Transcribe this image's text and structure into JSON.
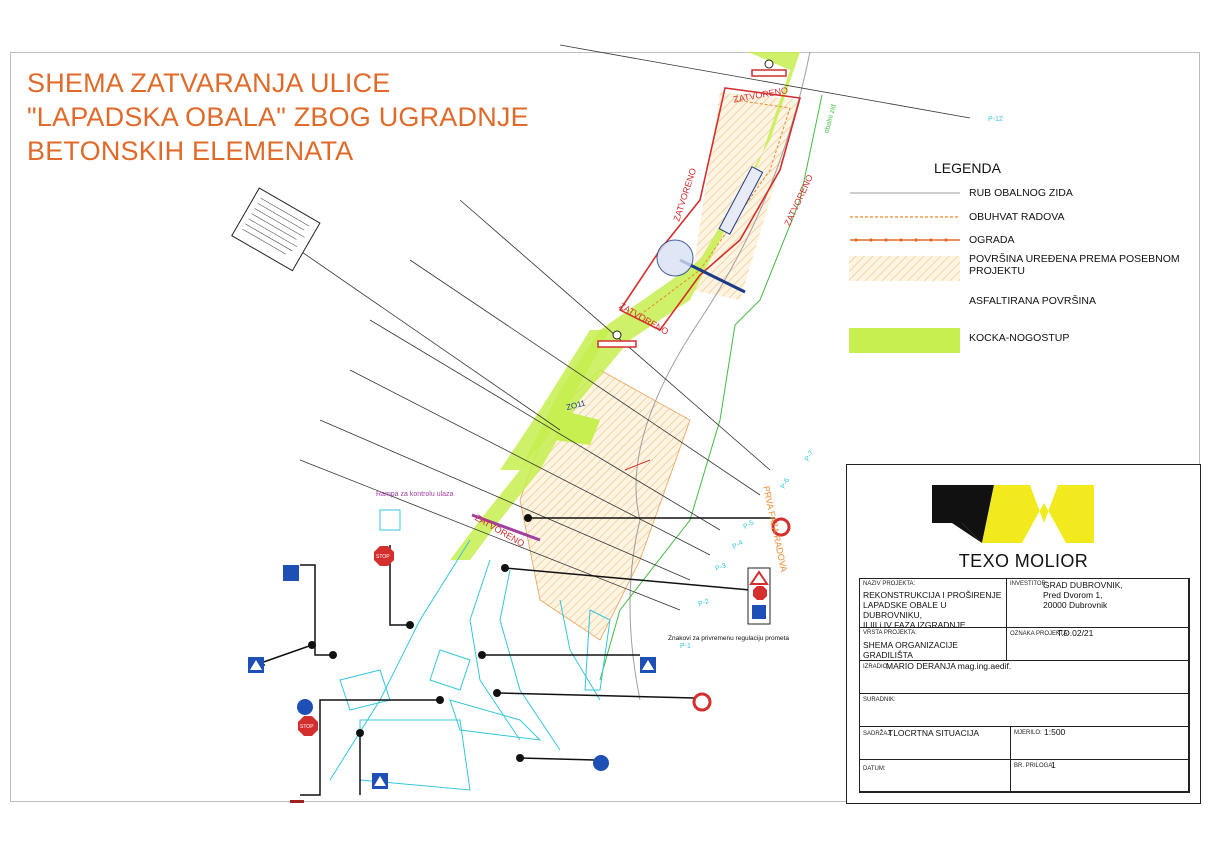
{
  "title_lines": [
    "SHEMA ZATVARANJA ULICE",
    "\"LAPADSKA OBALA\" ZBOG UGRADNJE",
    "BETONSKIH ELEMENATA"
  ],
  "colors": {
    "title": "#e06a2a",
    "closure_red": "#d32f2f",
    "kocka_green": "#c6ef4f",
    "survey_cyan": "#35c6d9",
    "logo_yellow": "#f2ea1c",
    "logo_black": "#111111"
  },
  "legend": {
    "title": "LEGENDA",
    "items": [
      {
        "label": "RUB OBALNOG ZIDA",
        "symbol": "thin-line"
      },
      {
        "label": "OBUHVAT RADOVA",
        "symbol": "orange-dashed-line"
      },
      {
        "label": "OGRADA",
        "symbol": "fence-line"
      },
      {
        "label": "POVRŠINA UREĐENA PREMA POSEBNOM PROJEKTU",
        "symbol": "hatched-area"
      },
      {
        "label": "ASFALTIRANA POVRŠINA",
        "symbol": "blank-area"
      },
      {
        "label": "KOCKA-NOGOSTUP",
        "symbol": "green-area"
      }
    ]
  },
  "map": {
    "closed_label": "ZATVORENO",
    "wall_label": "obalni zid",
    "ramp_label": "Rampa za kontrolu ulaza",
    "signs_note": "Znakovi za privremenu regulaciju prometa",
    "phase_label": "PRVA FAZA RADOVA",
    "zone_label": "ZO11",
    "profiles": [
      "P-12",
      "P-7",
      "P-6",
      "P-5",
      "P-4",
      "P-3",
      "P-2",
      "P-1"
    ],
    "stop_text": "STOP"
  },
  "title_block": {
    "company": "TEXO MOLIOR",
    "project_label": "NAZIV PROJEKTA:",
    "project_value": "REKONSTRUKCIJA I PROŠIRENJE\nLAPADSKE OBALE U DUBROVNIKU,\nII,III i IV FAZA IZGRADNJE",
    "investor_label": "INVESTITOR:",
    "investor_value": "GRAD DUBROVNIK,\n     Pred Dvorom 1,\n     20000 Dubrovnik",
    "type_label": "VRSTA PROJEKTA:",
    "type_value": "SHEMA ORGANIZACIJE GRADILIŠTA",
    "mark_label": "OZNAKA PROJEKTA:",
    "mark_value": "T.D.02/21",
    "author_label": "IZRADIO:",
    "author_value": "MARIO DERANJA mag.ing.aedif.",
    "associate_label": "SURADNIK:",
    "content_label": "SADRŽAJ:",
    "content_value": "TLOCRTNA SITUACIJA",
    "scale_label": "MJERILO:",
    "scale_value": "1:500",
    "date_label": "DATUM:",
    "attachment_label": "BR. PRILOGA:",
    "attachment_value": "1"
  }
}
